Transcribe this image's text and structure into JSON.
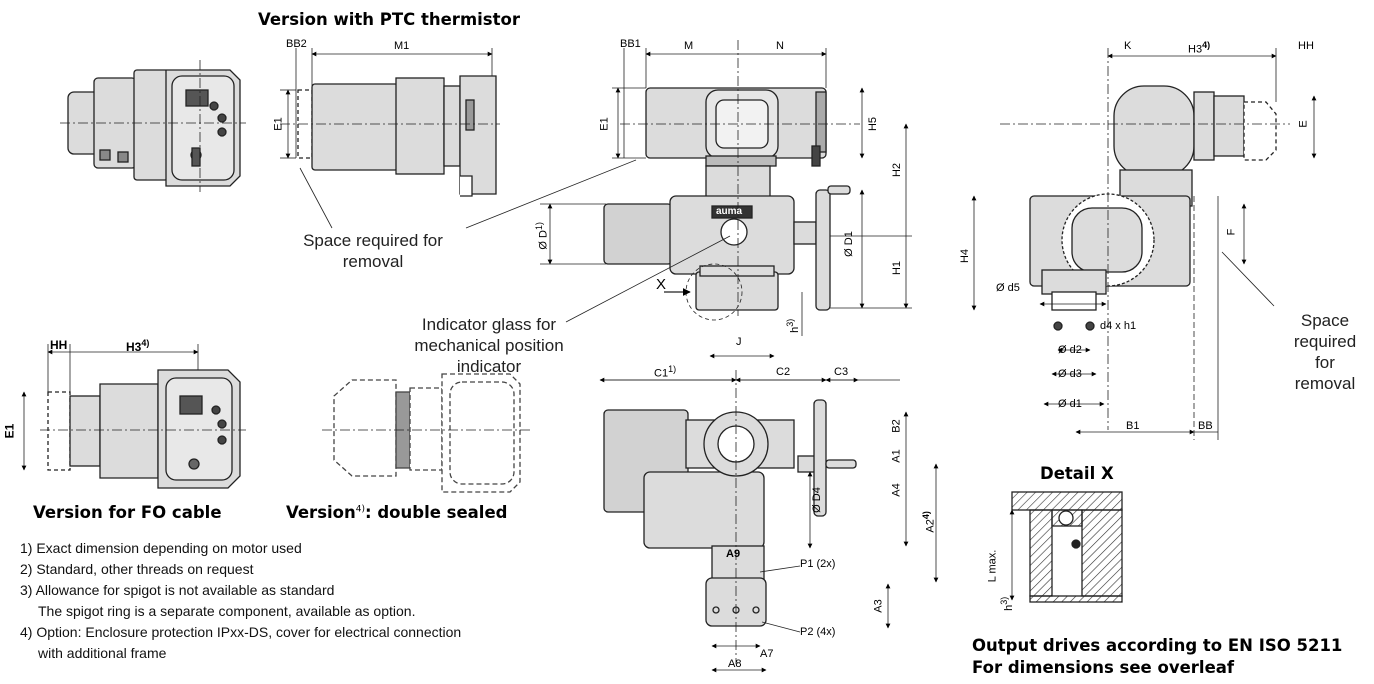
{
  "headings": {
    "ptc": "Version with PTC thermistor",
    "fo": "Version for FO cable",
    "double_sealed_prefix": "Version",
    "double_sealed_sup": "4)",
    "double_sealed_suffix": ": double sealed",
    "detail_x": "Detail X",
    "output_line1": "Output drives according to EN ISO 5211",
    "output_line2": "For dimensions see overleaf"
  },
  "callouts": {
    "space_removal_left": "Space required for removal",
    "indicator_glass": "Indicator glass for mechanical position indicator",
    "space_removal_right": "Space required for removal"
  },
  "footnotes": [
    "1) Exact dimension depending on motor used",
    "2) Standard, other threads on request",
    "3) Allowance for spigot is not available as standard",
    "The spigot ring is a separate component, available as option.",
    "4) Option: Enclosure protection IPxx-DS, cover for electrical connection",
    "with additional frame"
  ],
  "dimensions": {
    "bb2": "BB2",
    "m1": "M1",
    "e1_ptc": "E1",
    "bb1": "BB1",
    "m": "M",
    "n": "N",
    "e1_main": "E1",
    "h5": "H5",
    "h2": "H2",
    "d1": "Ø D",
    "d1_sup": "1)",
    "d1_right": "Ø D1",
    "h1": "H1",
    "x": "X",
    "j": "J",
    "h": "h",
    "h_sup": "3)",
    "k": "K",
    "h3": "H3",
    "h3_sup": "4)",
    "hh": "HH",
    "e": "E",
    "f": "F",
    "h4": "H4",
    "d5": "Ø d5",
    "d4h1": "d4 x h1",
    "d2": "Ø d2",
    "d3": "Ø d3",
    "dd1": "Ø d1",
    "b1": "B1",
    "bb": "BB",
    "hh_fo": "HH",
    "h3_fo": "H3",
    "h3_fo_sup": "4)",
    "e1_fo": "E1",
    "c1": "C1",
    "c1_sup": "1)",
    "c2": "C2",
    "c3": "C3",
    "b2": "B2",
    "a1": "A1",
    "a4": "A4",
    "d4": "Ø D4",
    "a2": "A2",
    "a2_sup": "4)",
    "a9": "A9",
    "p1": "P1 (2x)",
    "p2": "P2 (4x)",
    "a3": "A3",
    "a7": "A7",
    "a8": "A8",
    "lmax": "L max.",
    "h_detail": "h",
    "h_detail_sup": "3)",
    "brand": "auma"
  }
}
